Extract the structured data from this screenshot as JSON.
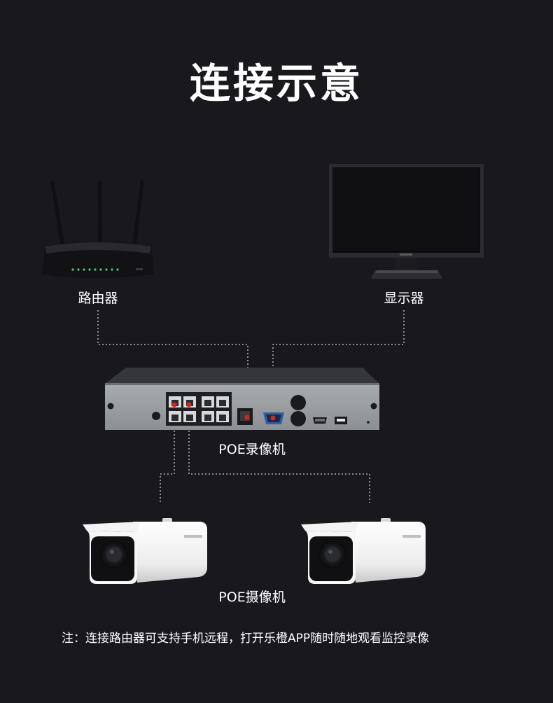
{
  "title": "连接示意",
  "devices": {
    "router_label": "路由器",
    "monitor_label": "显示器",
    "nvr_label": "POE录像机",
    "camera_label": "POE摄像机"
  },
  "note": "注：连接路由器可支持手机远程，打开乐橙APP随时随地观看监控录像",
  "colors": {
    "background": "#19181d",
    "text": "#ffffff",
    "connector_line": "#cfcfcf",
    "port_dot": "#e0201e"
  }
}
